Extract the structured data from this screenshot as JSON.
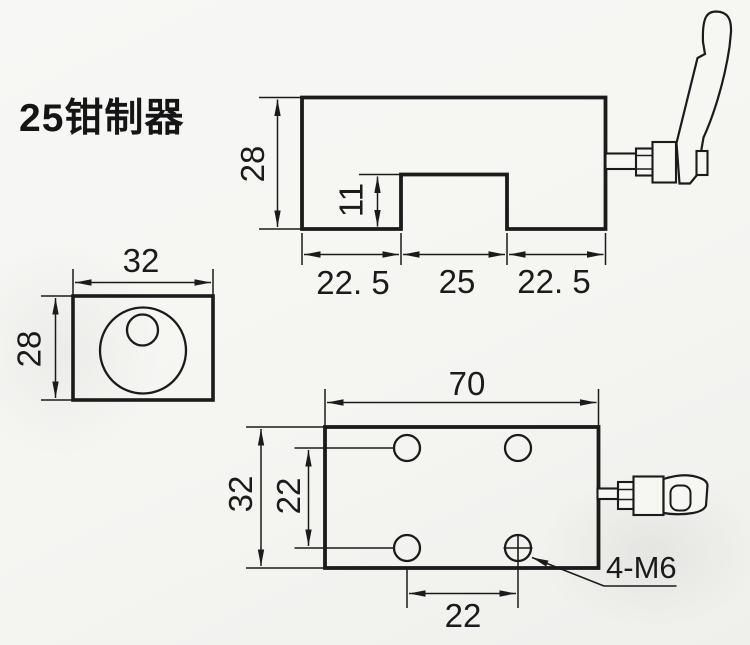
{
  "title": "25钳制器",
  "colors": {
    "ink": "#1b1b1b",
    "paper": "#f6f6f3"
  },
  "front_view": {
    "height": "28",
    "notch_depth": "11",
    "bottom_left": "22. 5",
    "bottom_middle": "25",
    "bottom_right": "22. 5"
  },
  "side_view": {
    "width": "32",
    "height": "28"
  },
  "top_view": {
    "width": "70",
    "height": "32",
    "row_pitch": "22",
    "col_pitch": "22",
    "thread_label": "4-M6"
  }
}
